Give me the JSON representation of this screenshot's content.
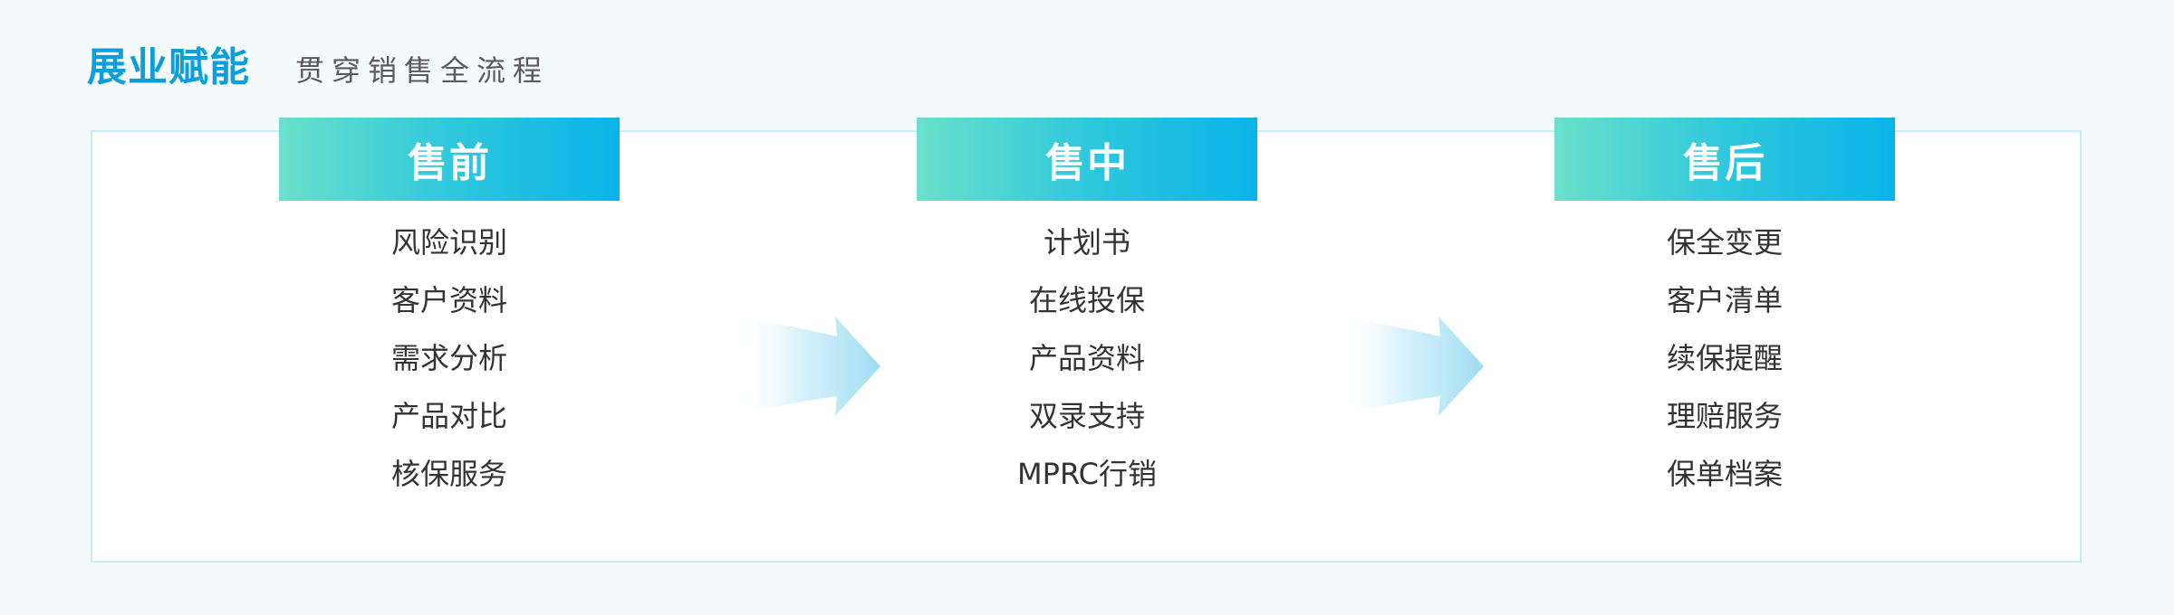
{
  "header": {
    "title": "展业赋能",
    "subtitle": "贯穿销售全流程"
  },
  "columns": [
    {
      "title": "售前",
      "items": [
        "风险识别",
        "客户资料",
        "需求分析",
        "产品对比",
        "核保服务"
      ]
    },
    {
      "title": "售中",
      "items": [
        "计划书",
        "在线投保",
        "产品资料",
        "双录支持",
        "MPRC行销"
      ]
    },
    {
      "title": "售后",
      "items": [
        "保全变更",
        "客户清单",
        "续保提醒",
        "理赔服务",
        "保单档案"
      ]
    }
  ],
  "colors": {
    "title": "#0d9fdb",
    "header_gradient_start": "#6be0cc",
    "header_gradient_end": "#0ab3e8",
    "panel_border": "#c8ecf7",
    "arrow": "#9edcf2"
  }
}
